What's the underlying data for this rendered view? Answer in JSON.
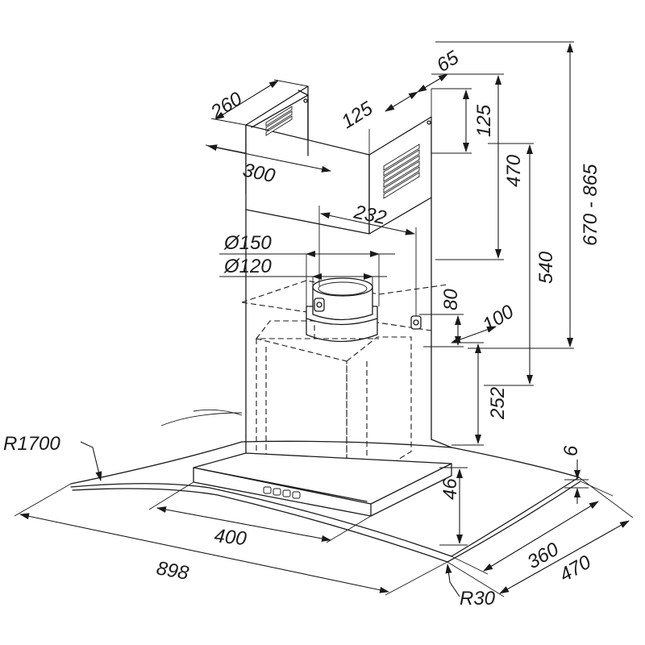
{
  "diagram": {
    "dimensions": {
      "d260": "260",
      "d300": "300",
      "d125a": "125",
      "d65": "65",
      "d125b": "125",
      "d470_top": "470",
      "d670_865": "670 - 865",
      "d232": "232",
      "d150": "Ø150",
      "d120": "Ø120",
      "d540": "540",
      "d80": "80",
      "d100": "100",
      "d252": "252",
      "r1700": "R1700",
      "d6": "6",
      "d46": "46",
      "d400": "400",
      "d360": "360",
      "d470_bottom": "470",
      "d898": "898",
      "r30": "R30"
    }
  }
}
